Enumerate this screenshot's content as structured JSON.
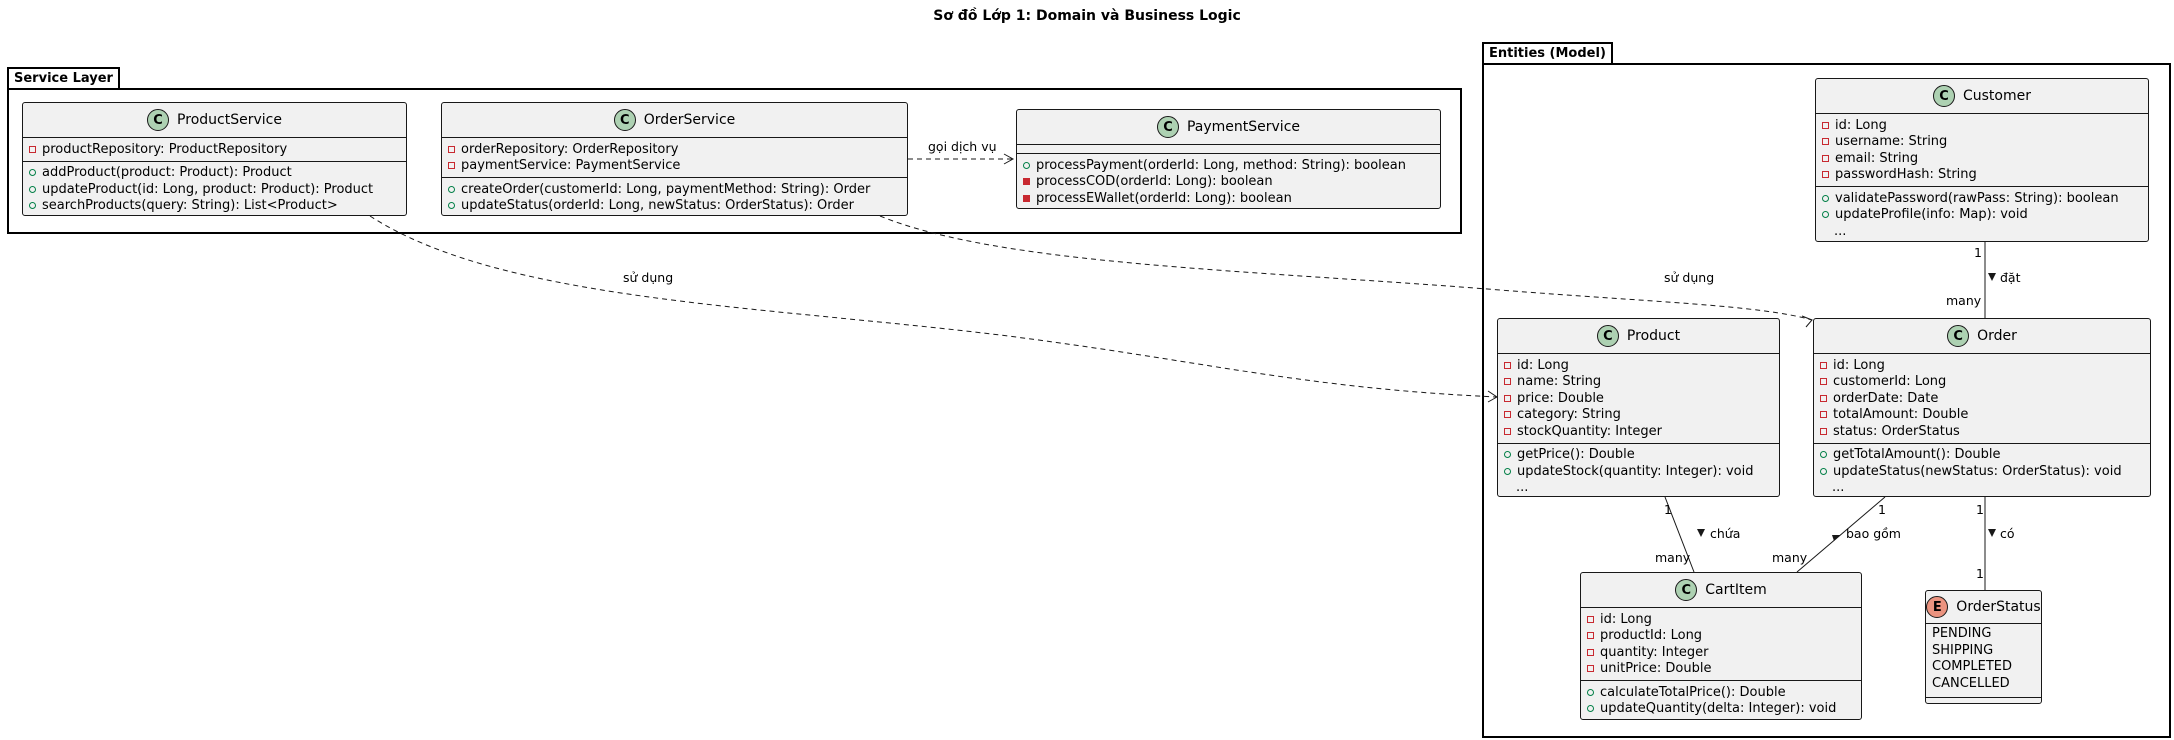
{
  "title": "Sơ đồ Lớp 1: Domain và Business Logic",
  "packages": {
    "service": {
      "label": "Service Layer"
    },
    "entities": {
      "label": "Entities (Model)"
    }
  },
  "classes": {
    "product_service": {
      "name": "ProductService",
      "fields": [
        "productRepository: ProductRepository"
      ],
      "methods": [
        "addProduct(product: Product): Product",
        "updateProduct(id: Long, product: Product): Product",
        "searchProducts(query: String): List<Product>"
      ]
    },
    "order_service": {
      "name": "OrderService",
      "fields": [
        "orderRepository: OrderRepository",
        "paymentService: PaymentService"
      ],
      "methods": [
        "createOrder(customerId: Long, paymentMethod: String): Order",
        "updateStatus(orderId: Long, newStatus: OrderStatus): Order"
      ]
    },
    "payment_service": {
      "name": "PaymentService",
      "methods": [
        "processPayment(orderId: Long, method: String): boolean",
        "processCOD(orderId: Long): boolean",
        "processEWallet(orderId: Long): boolean"
      ]
    },
    "customer": {
      "name": "Customer",
      "fields": [
        "id: Long",
        "username: String",
        "email: String",
        "passwordHash: String"
      ],
      "methods": [
        "validatePassword(rawPass: String): boolean",
        "updateProfile(info: Map): void",
        "..."
      ]
    },
    "product": {
      "name": "Product",
      "fields": [
        "id: Long",
        "name: String",
        "price: Double",
        "category: String",
        "stockQuantity: Integer"
      ],
      "methods": [
        "getPrice(): Double",
        "updateStock(quantity: Integer): void",
        "..."
      ]
    },
    "order": {
      "name": "Order",
      "fields": [
        "id: Long",
        "customerId: Long",
        "orderDate: Date",
        "totalAmount: Double",
        "status: OrderStatus"
      ],
      "methods": [
        "getTotalAmount(): Double",
        "updateStatus(newStatus: OrderStatus): void",
        "..."
      ]
    },
    "cart_item": {
      "name": "CartItem",
      "fields": [
        "id: Long",
        "productId: Long",
        "quantity: Integer",
        "unitPrice: Double"
      ],
      "methods": [
        "calculateTotalPrice(): Double",
        "updateQuantity(delta: Integer): void"
      ]
    },
    "order_status": {
      "name": "OrderStatus",
      "values": [
        "PENDING",
        "SHIPPING",
        "COMPLETED",
        "CANCELLED"
      ]
    }
  },
  "relations": {
    "goi_dich_vu": "gọi dịch vụ",
    "su_dung_1": "sử dụng",
    "su_dung_2": "sử dụng",
    "dat": "đặt",
    "chua": "chứa",
    "bao_gom": "bao gồm",
    "co": "có",
    "mult_customer_1": "1",
    "mult_order_many": "many",
    "mult_product_1": "1",
    "mult_cart_many_a": "many",
    "mult_order_1a": "1",
    "mult_cart_many_b": "many",
    "mult_order_1b": "1",
    "mult_status_1": "1"
  }
}
